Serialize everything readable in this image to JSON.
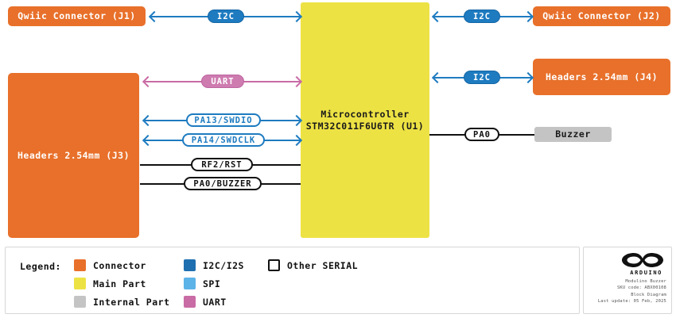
{
  "diagram": {
    "blocks": [
      {
        "id": "j1",
        "label": "Qwiic Connector (J1)",
        "kind": "connector"
      },
      {
        "id": "j3",
        "label": "Headers 2.54mm (J3)",
        "kind": "connector"
      },
      {
        "id": "u1",
        "label": "Microcontroller\nSTM32C011F6U6TR (U1)",
        "line1": "Microcontroller",
        "line2": "STM32C011F6U6TR (U1)",
        "kind": "main-part"
      },
      {
        "id": "j2",
        "label": "Qwiic Connector (J2)",
        "kind": "connector"
      },
      {
        "id": "j4",
        "label": "Headers 2.54mm (J4)",
        "kind": "connector"
      },
      {
        "id": "buzzer",
        "label": "Buzzer",
        "kind": "internal-part"
      }
    ],
    "connections": [
      {
        "id": "j1-u1",
        "label": "I2C",
        "bus": "i2c",
        "style": "filled",
        "from": "j1",
        "to": "u1"
      },
      {
        "id": "u1-j2",
        "label": "I2C",
        "bus": "i2c",
        "style": "filled",
        "from": "u1",
        "to": "j2"
      },
      {
        "id": "u1-j4",
        "label": "I2C",
        "bus": "i2c",
        "style": "filled",
        "from": "u1",
        "to": "j4"
      },
      {
        "id": "j3-u1-uart",
        "label": "UART",
        "bus": "uart",
        "style": "filled",
        "from": "j3",
        "to": "u1"
      },
      {
        "id": "j3-u1-swdio",
        "label": "PA13/SWDIO",
        "bus": "i2c",
        "style": "outline",
        "from": "j3",
        "to": "u1"
      },
      {
        "id": "j3-u1-swdclk",
        "label": "PA14/SWDCLK",
        "bus": "i2c",
        "style": "outline",
        "from": "j3",
        "to": "u1"
      },
      {
        "id": "j3-u1-rst",
        "label": "RF2/RST",
        "bus": "other",
        "style": "outline",
        "from": "j3",
        "to": "u1"
      },
      {
        "id": "j3-u1-pa0",
        "label": "PA0/BUZZER",
        "bus": "other",
        "style": "outline",
        "from": "j3",
        "to": "u1"
      },
      {
        "id": "u1-buzzer",
        "label": "PA0",
        "bus": "other",
        "style": "outline",
        "from": "u1",
        "to": "buzzer"
      }
    ]
  },
  "legend": {
    "title": "Legend:",
    "items": [
      {
        "label": "Connector",
        "color": "#E8702A",
        "swatch": "filled"
      },
      {
        "label": "Main Part",
        "color": "#EDE244",
        "swatch": "filled"
      },
      {
        "label": "Internal Part",
        "color": "#C4C4C4",
        "swatch": "filled"
      },
      {
        "label": "I2C/I2S",
        "color": "#1E6FB0",
        "swatch": "filled"
      },
      {
        "label": "SPI",
        "color": "#5CB3E8",
        "swatch": "filled"
      },
      {
        "label": "UART",
        "color": "#C96BA5",
        "swatch": "filled"
      },
      {
        "label": "Other SERIAL",
        "color": "#111111",
        "swatch": "outline"
      }
    ]
  },
  "title_block": {
    "brand": "ARDUINO",
    "product": "Modulino Buzzer",
    "sku": "SKU code: ABX00108",
    "doc_type": "Block Diagram",
    "updated": "Last update: 05 Feb, 2025"
  },
  "colors": {
    "connector": "#E8702A",
    "main_part": "#EDE244",
    "internal_part": "#C4C4C4",
    "i2c": "#1E7BC0",
    "spi": "#5CB3E8",
    "uart": "#C96BA5",
    "other_serial": "#111111"
  }
}
